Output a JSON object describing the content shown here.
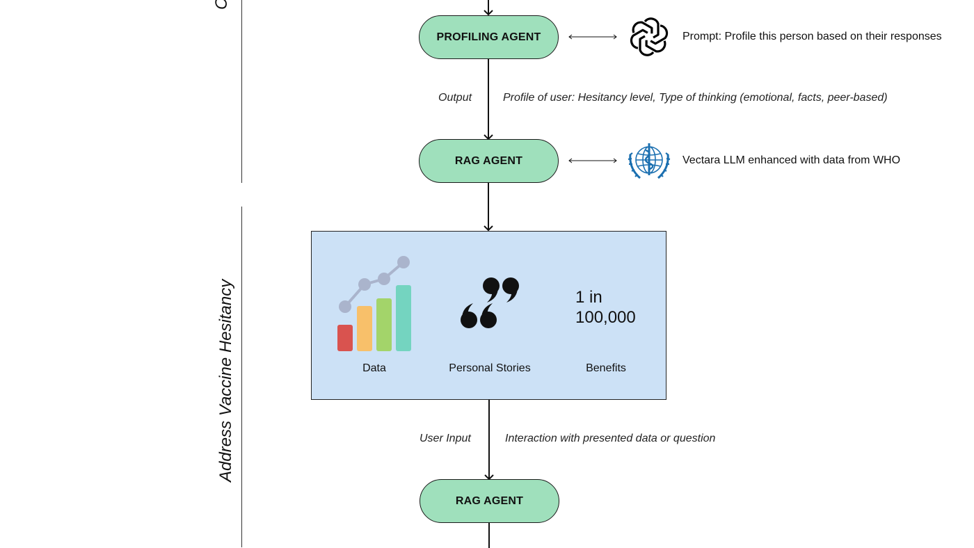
{
  "sections": {
    "top_title_fragment": "C",
    "address_title": "Address Vaccine Hesitancy"
  },
  "nodes": {
    "profiling_agent": "PROFILING AGENT",
    "rag_agent_1": "RAG AGENT",
    "rag_agent_2": "RAG AGENT"
  },
  "annotations": {
    "profiling_prompt": "Prompt: Profile this person based on their responses",
    "rag_source": "Vectara LLM enhanced with data from WHO",
    "output_label": "Output",
    "output_desc": "Profile of user: Hesitancy level, Type of thinking (emotional, facts, peer-based)",
    "user_input_label": "User Input",
    "user_input_desc": "Interaction with presented data or question"
  },
  "panel": {
    "data_label": "Data",
    "stories_label": "Personal Stories",
    "benefits_label": "Benefits",
    "stat_line1": "1 in",
    "stat_line2": "100,000"
  },
  "icons": {
    "openai": "openai-logo-icon",
    "who": "who-logo-icon",
    "data": "bar-line-chart-icon",
    "stories": "quote-marks-icon"
  },
  "colors": {
    "node_fill": "#9fe0bc",
    "panel_fill": "#cce1f6",
    "bar_red": "#d9534f",
    "bar_orange": "#f8c06a",
    "bar_green": "#a3d46a",
    "bar_teal": "#74d4c0",
    "trend_line": "#aab4cc",
    "who_blue": "#1a6fb0"
  }
}
